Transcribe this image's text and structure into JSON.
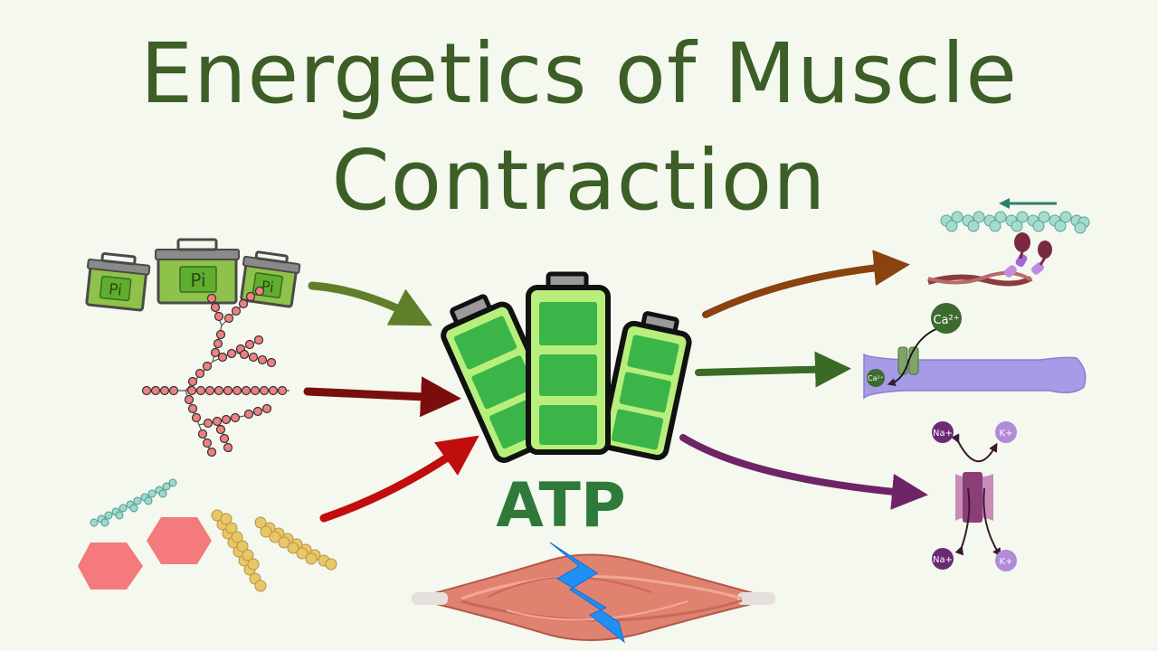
{
  "title": {
    "line1": "Energetics of Muscle",
    "line2": "Contraction"
  },
  "center_label": "ATP",
  "phosphate_label": "Pi",
  "ions": {
    "calcium": "Ca²⁺",
    "calcium_small": "Ca²⁺",
    "sodium_top": "Na+",
    "potassium_top": "K+",
    "sodium_bottom": "Na+",
    "potassium_bottom": "K+"
  },
  "colors": {
    "background": "#f4f8ef",
    "title": "#3d5e26",
    "atp_label": "#2f7a3a",
    "arrow_olive": "#5f7f2a",
    "arrow_dark_red": "#7a0e0e",
    "arrow_red": "#c00d0d",
    "arrow_brown": "#8a4210",
    "arrow_green": "#3b6a25",
    "arrow_purple": "#6e2466"
  },
  "icons": [
    "phosphate-battery-icon",
    "glycogen-icon",
    "fat-protein-icon",
    "atp-battery-icon",
    "muscle-icon",
    "lightning-icon",
    "actin-myosin-icon",
    "calcium-channel-icon",
    "sodium-potassium-pump-icon"
  ]
}
